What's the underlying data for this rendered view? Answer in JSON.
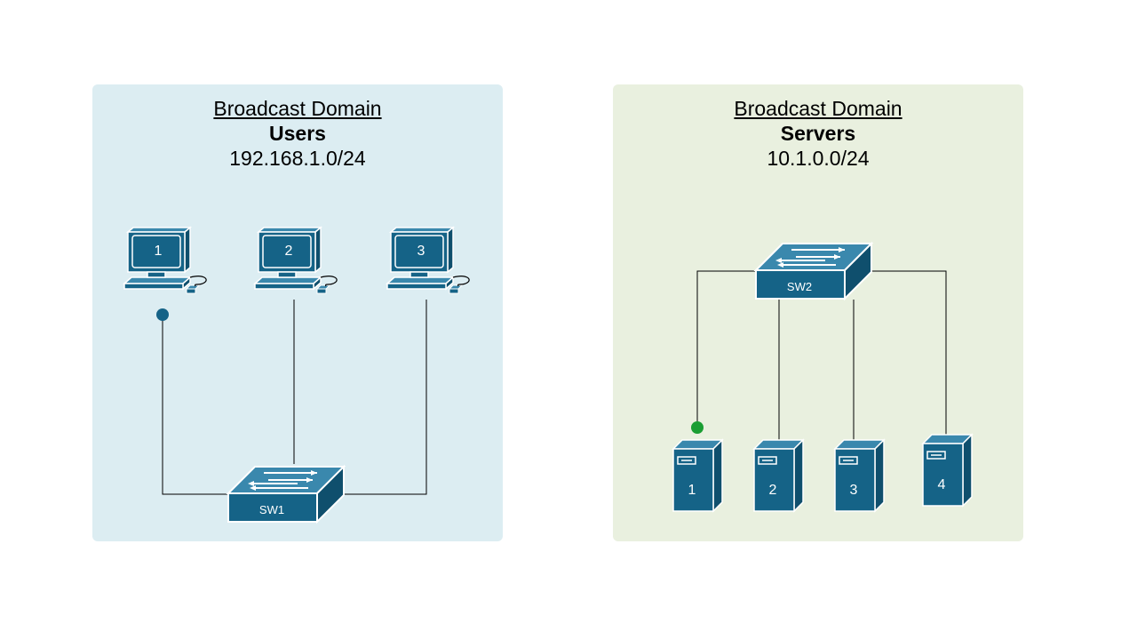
{
  "colors": {
    "users_bg": "#dcedf2",
    "servers_bg": "#e9f0df",
    "device_fill": "#156387",
    "users_endpoint": "#156387",
    "servers_endpoint": "#1a9e33"
  },
  "users_domain": {
    "title": "Broadcast Domain",
    "name": "Users",
    "subnet": "192.168.1.0/24",
    "switch_label": "SW1",
    "hosts": [
      {
        "label": "1",
        "icon": "workstation-icon"
      },
      {
        "label": "2",
        "icon": "workstation-icon"
      },
      {
        "label": "3",
        "icon": "workstation-icon"
      }
    ]
  },
  "servers_domain": {
    "title": "Broadcast Domain",
    "name": "Servers",
    "subnet": "10.1.0.0/24",
    "switch_label": "SW2",
    "servers": [
      {
        "label": "1",
        "icon": "server-icon"
      },
      {
        "label": "2",
        "icon": "server-icon"
      },
      {
        "label": "3",
        "icon": "server-icon"
      },
      {
        "label": "4",
        "icon": "server-icon"
      }
    ]
  }
}
